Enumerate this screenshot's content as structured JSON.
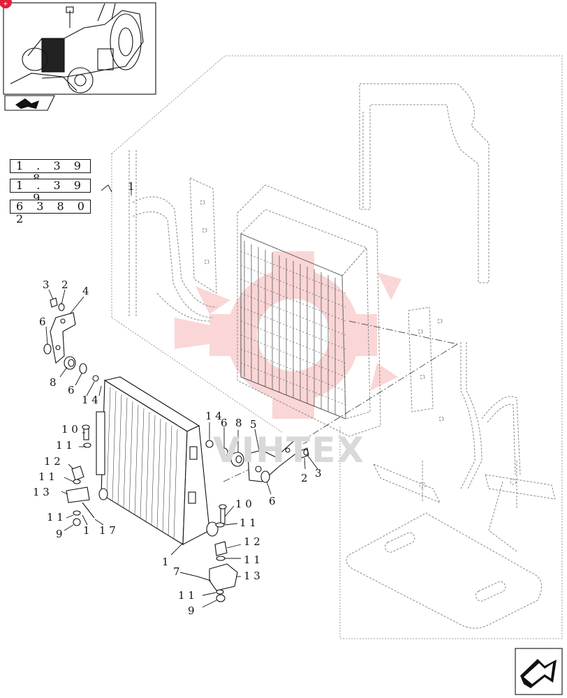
{
  "refs": [
    {
      "text": "1 . 3 9 . 8",
      "id": "ref-1-39-8"
    },
    {
      "text": "1 . 3 9 . 9",
      "id": "ref-1-39-9"
    },
    {
      "text": "6 3 8   0 2",
      "id": "ref-638-02"
    }
  ],
  "watermark": "VIHTEX",
  "callouts": {
    "c1a": "1",
    "c3a": "3",
    "c2a": "2",
    "c4": "4",
    "c6a": "6",
    "c8a": "8",
    "c6b": "6",
    "c14a": "1 4",
    "c14b": "1 4",
    "c6c": "6",
    "c8b": "8",
    "c5": "5",
    "c2b": "2",
    "c3b": "3",
    "c6d": "6",
    "c10a": "1 0",
    "c11a": "1 1",
    "c12a": "1 2",
    "c11b": "1 1",
    "c13a": "1 3",
    "c11c": "1 1",
    "c9a": "9",
    "c1b": "1",
    "c17": "1 7",
    "c10b": "1 0",
    "c11d": "1 1",
    "c12b": "1 2",
    "c1c": "1",
    "c11e": "1 1",
    "c7": "7",
    "c13b": "1 3",
    "c11f": "1 1",
    "c9b": "9"
  },
  "icons": {
    "thumbnail": "tractor-location-thumbnail",
    "nav_prev": "previous-page-arrow-icon",
    "nav_next": "next-page-arrow-icon",
    "badge": "marker-badge-icon"
  },
  "colors": {
    "ink": "#111111",
    "watermark_red": "#f28b8b",
    "badge_red": "#e0203a"
  }
}
